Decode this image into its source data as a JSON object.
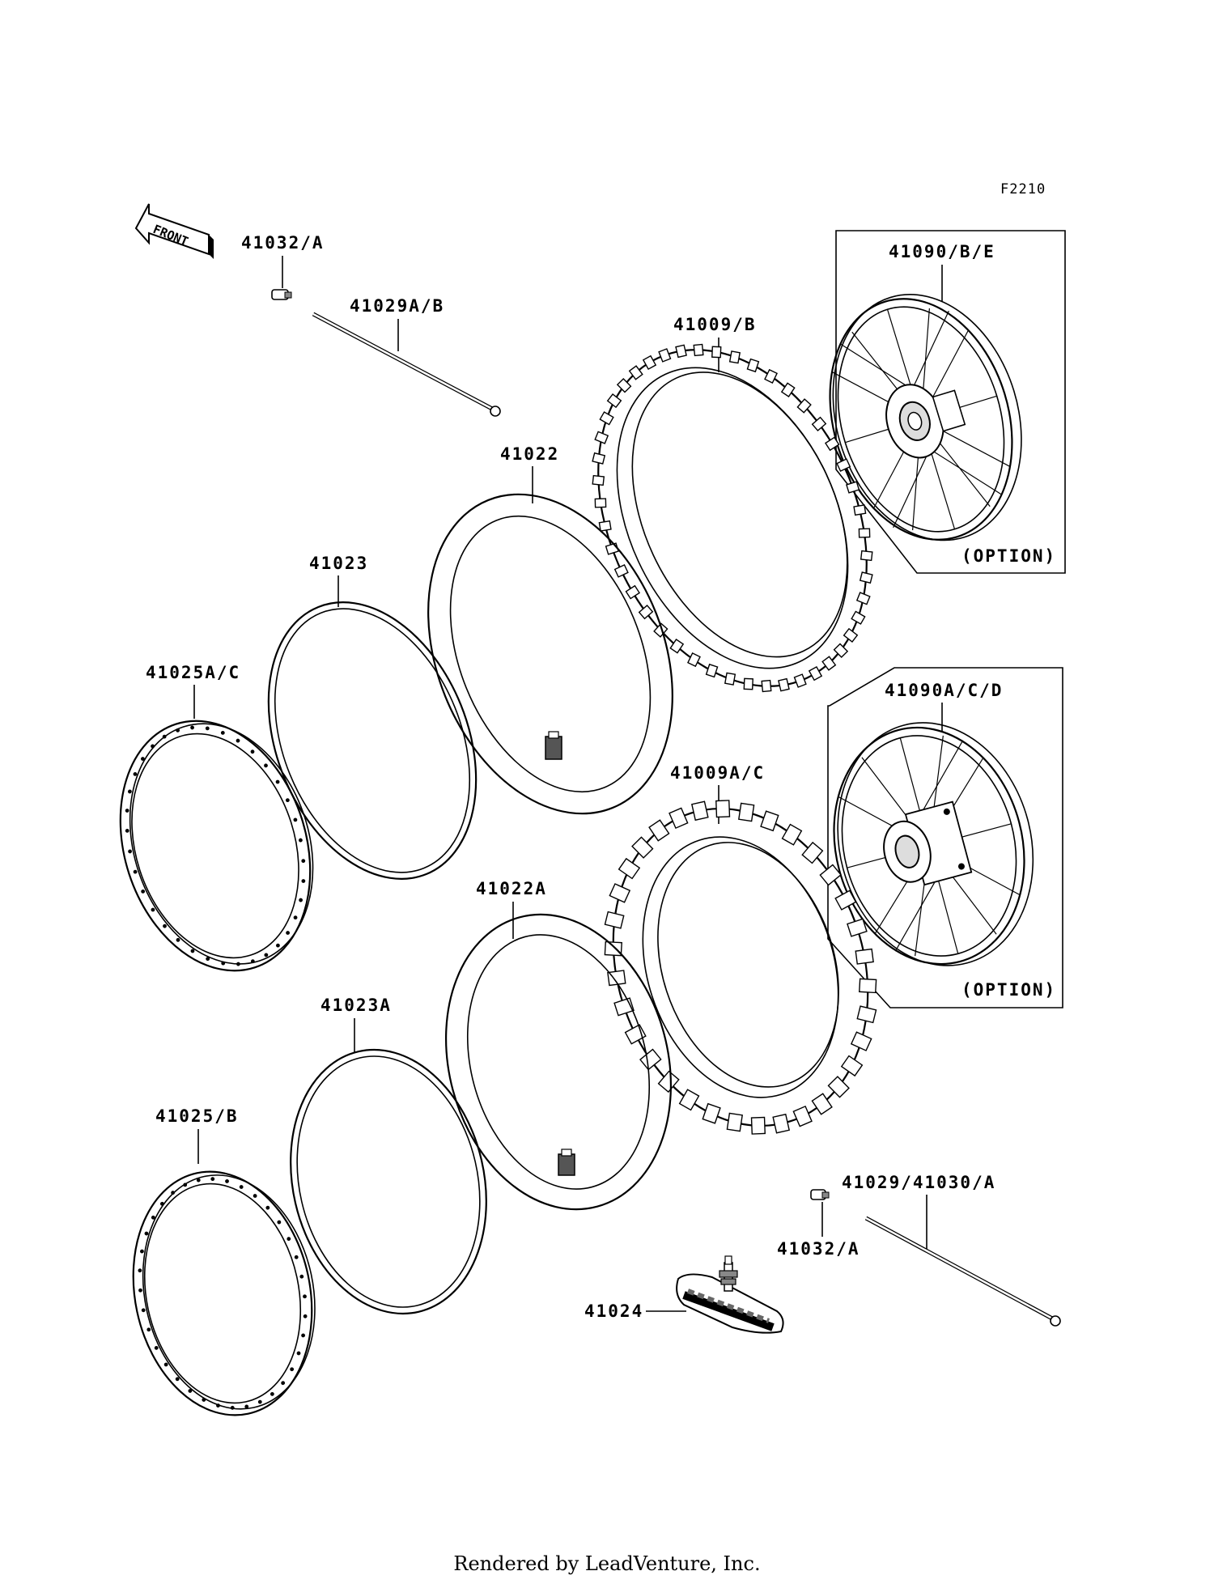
{
  "figure_code": "F2210",
  "front_marker": "FRONT",
  "footer": "Rendered by LeadVenture, Inc.",
  "watermark": "LEADVENTURE",
  "parts": {
    "valve_nut_top": "41032/A",
    "spoke_top": "41029A/B",
    "wheel_assy_top": "41090/B/E",
    "tire_front": "41009/B",
    "tube_front": "41022",
    "rim_band_front": "41023",
    "rim_front": "41025A/C",
    "wheel_assy_bottom": "41090A/C/D",
    "tire_rear": "41009A/C",
    "tube_rear": "41022A",
    "rim_band_rear": "41023A",
    "rim_rear": "41025/B",
    "spoke_bottom": "41029/41030/A",
    "valve_nut_bottom": "41032/A",
    "rim_lock": "41024"
  },
  "option_top": "(OPTION)",
  "option_bottom": "(OPTION)"
}
